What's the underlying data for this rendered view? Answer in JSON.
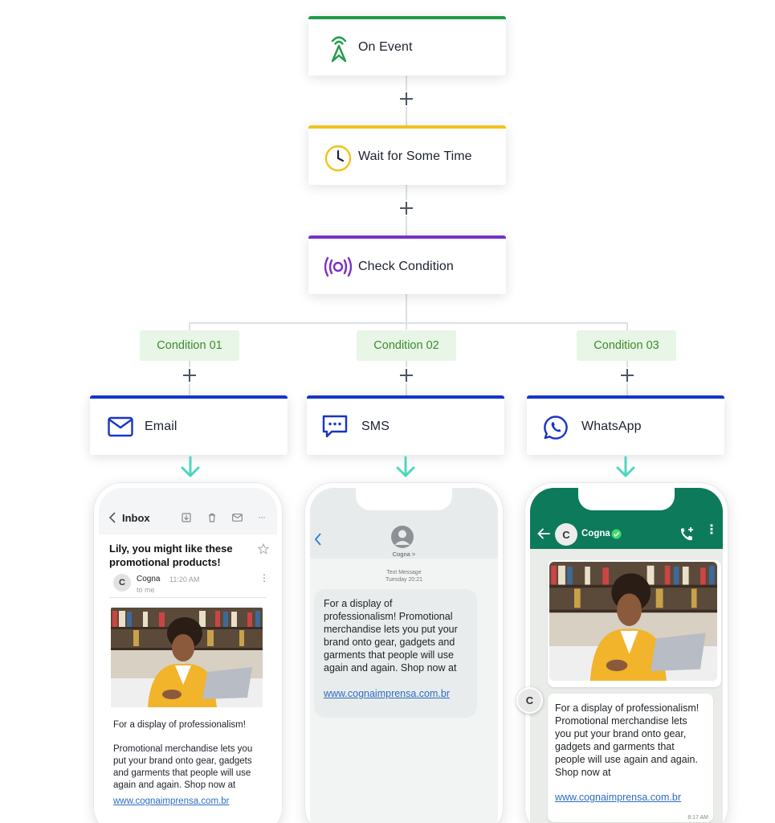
{
  "flow": {
    "on_event": "On Event",
    "wait": "Wait for Some Time",
    "check": "Check Condition",
    "conditions": [
      "Condition 01",
      "Condition 02",
      "Condition 03"
    ],
    "channels": [
      "Email",
      "SMS",
      "WhatsApp"
    ]
  },
  "email_phone": {
    "inbox": "Inbox",
    "subject": "Lily, you might like these promotional products!",
    "sender": "Cogna",
    "avatar": "C",
    "time": "11:20 AM",
    "to": "to me",
    "line1": "For a display of professionalism!",
    "line2": "Promotional merchandise lets you put your brand onto gear, gadgets and garments that people will use again and again. Shop now at",
    "link": "www.cognaimprensa.com.br"
  },
  "sms_phone": {
    "contact": "Cogna >",
    "meta_type": "Text Message",
    "meta_time": "Tuesday  20:21",
    "message": "For a display of professionalism! Promotional merchandise lets you put your brand onto gear, gadgets and garments that people will use again and again. Shop now at",
    "link": "www.cognaimprensa.com.br"
  },
  "wa_phone": {
    "contact": "Cogna",
    "avatar": "C",
    "message": "For a display of professionalism! Promotional merchandise lets you put your brand onto gear, gadgets and garments that people will use again and again. Shop now at",
    "link": "www.cognaimprensa.com.br",
    "time": "8:17 AM"
  },
  "colors": {
    "event": "#1e9b4a",
    "wait": "#f2c21b",
    "check": "#7a2fc7",
    "channel": "#1734c9",
    "arrow": "#4fd6be",
    "whatsapp": "#0d7a5c"
  }
}
